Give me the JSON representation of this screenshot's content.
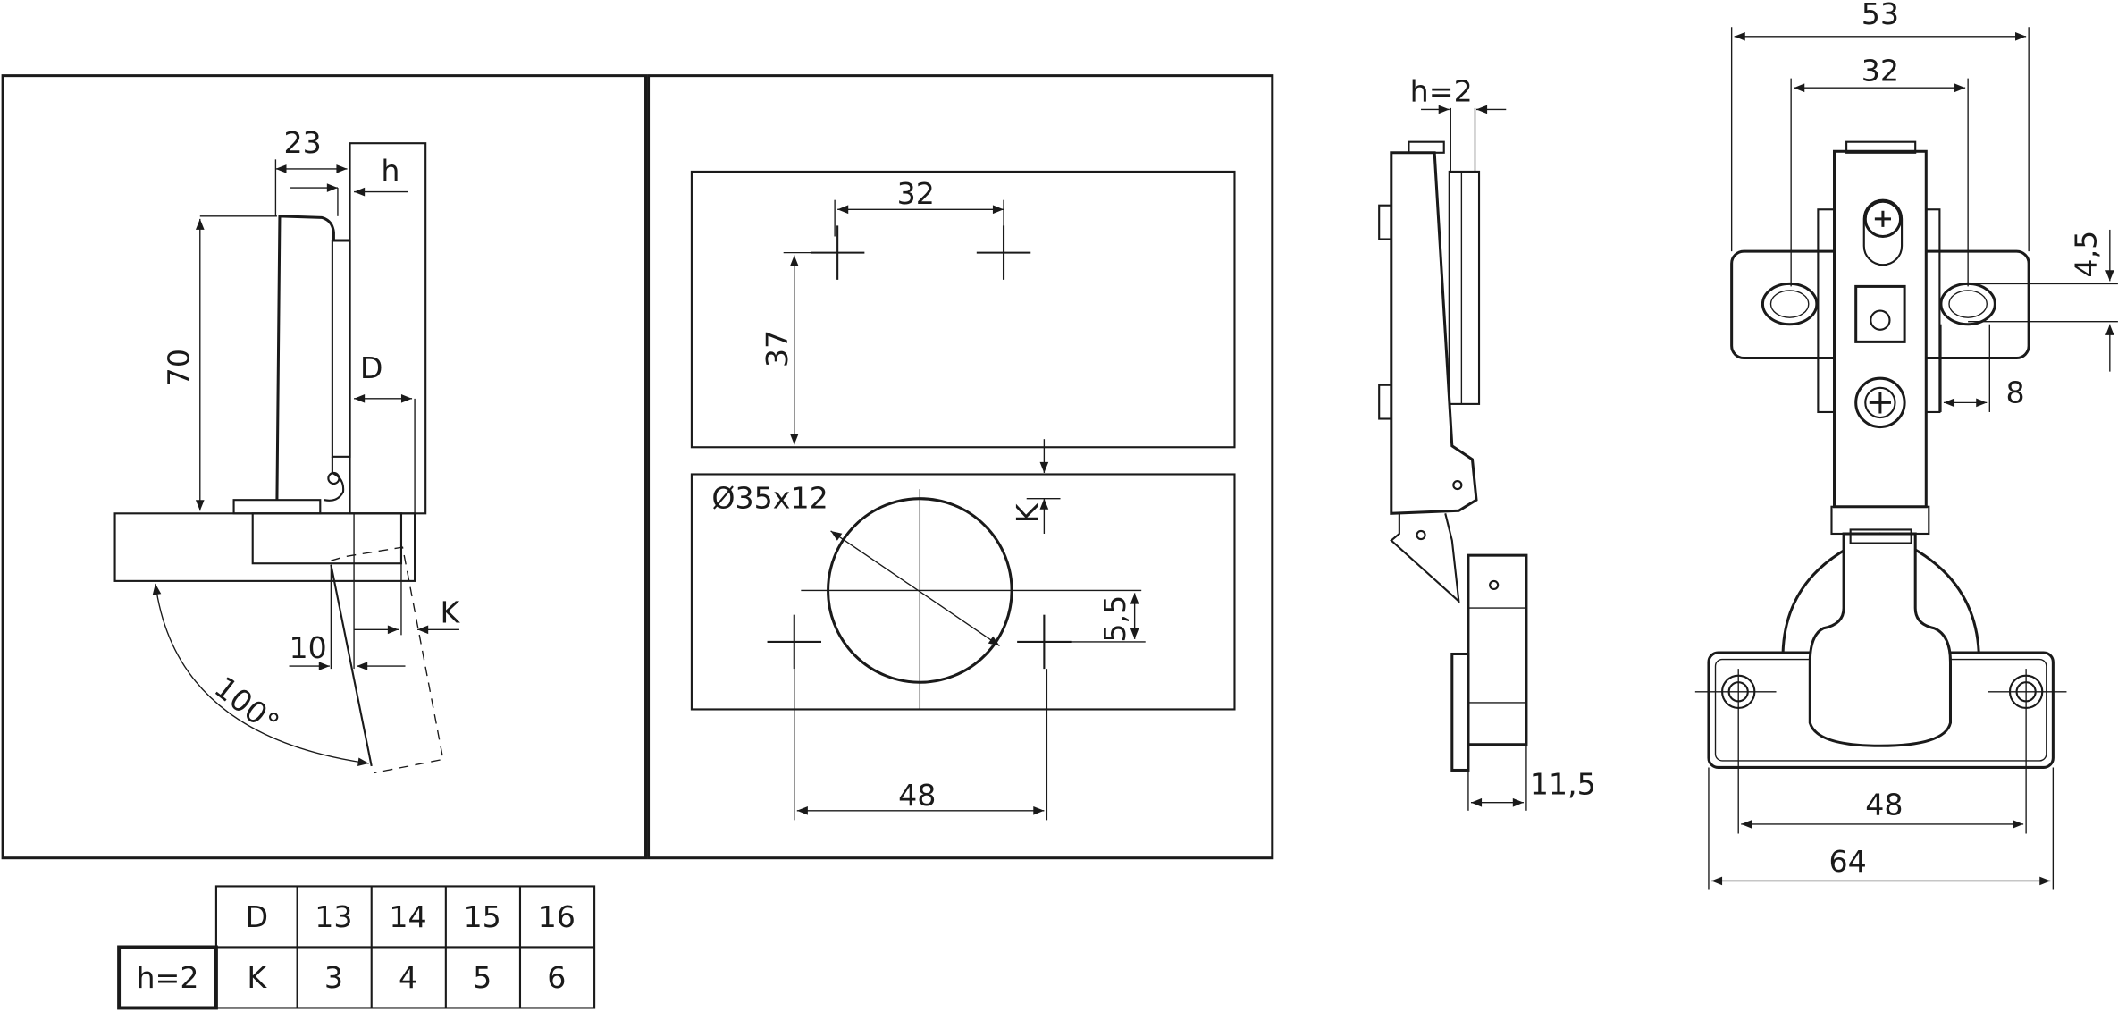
{
  "side_section": {
    "dim_width": "23",
    "dim_h": "h",
    "dim_height": "70",
    "dim_D": "D",
    "dim_K": "K",
    "dim_10": "10",
    "angle": "100°"
  },
  "drilling": {
    "dim_32": "32",
    "dim_37": "37",
    "cup": "Ø35x12",
    "dim_K": "K",
    "dim_5_5": "5,5",
    "dim_48": "48"
  },
  "side_view": {
    "dim_h": "h=2",
    "dim_11_5": "11,5"
  },
  "front_view": {
    "dim_53": "53",
    "dim_32": "32",
    "dim_4_5": "4,5",
    "dim_8": "8",
    "dim_48": "48",
    "dim_64": "64"
  },
  "table": {
    "h_label": "h=2",
    "row_D": [
      "D",
      "13",
      "14",
      "15",
      "16"
    ],
    "row_K": [
      "K",
      "3",
      "4",
      "5",
      "6"
    ]
  }
}
